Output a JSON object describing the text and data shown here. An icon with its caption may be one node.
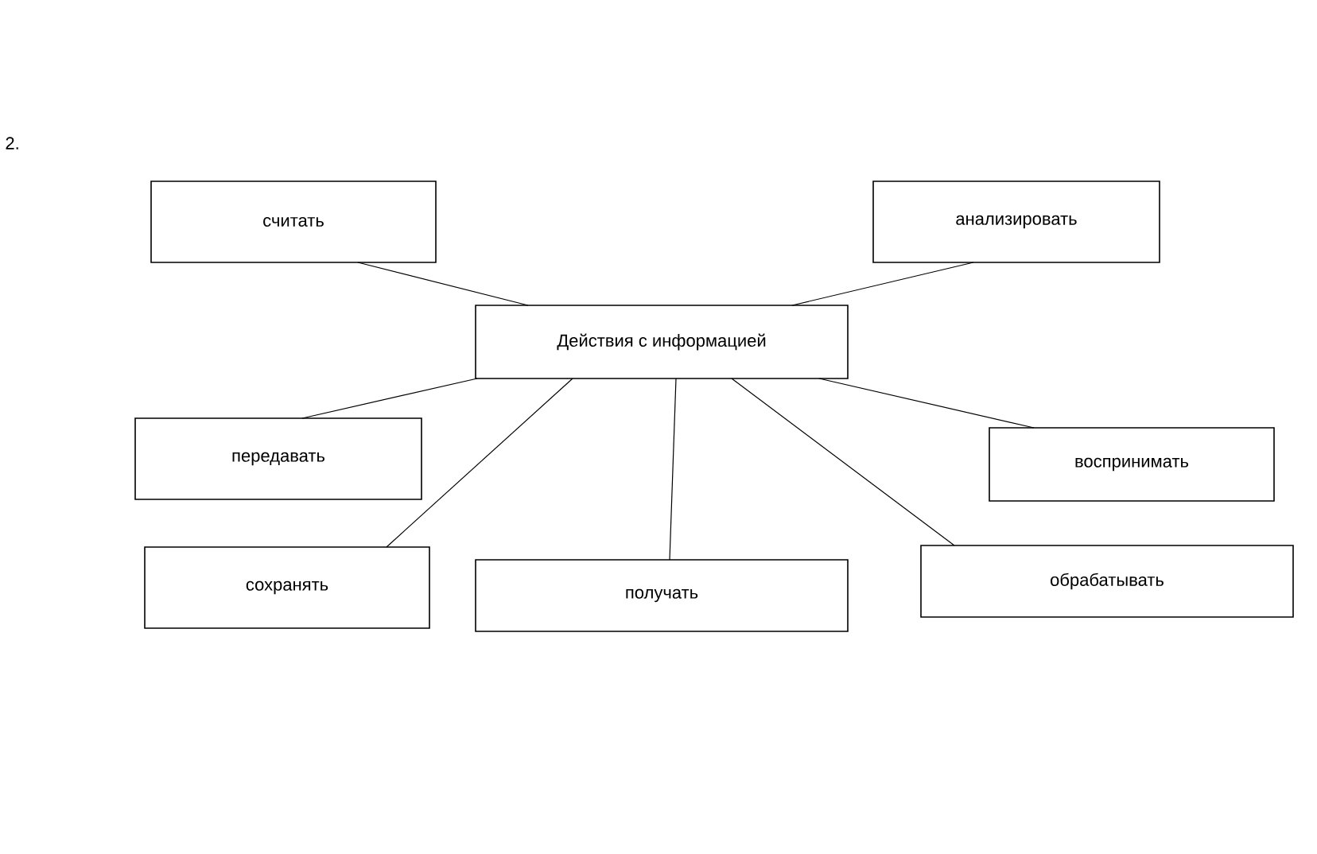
{
  "diagram": {
    "nodes": [
      {
        "text": [
          "Действия с информацией"
        ]
      },
      {
        "text": [
          "считать"
        ]
      },
      {
        "text": [
          "анализировать"
        ]
      },
      {
        "text": [
          "передавать"
        ]
      },
      {
        "text": [
          "воспринимать"
        ]
      },
      {
        "text": [
          "сохранять"
        ]
      },
      {
        "text": [
          "получать"
        ]
      },
      {
        "text": [
          "обрабатывать"
        ]
      }
    ],
    "edges": [
      {
        "from": 0,
        "to": 1,
        "arrow": "none"
      },
      {
        "from": 0,
        "to": 2,
        "arrow": "none"
      },
      {
        "from": 0,
        "to": 3,
        "arrow": "none"
      },
      {
        "from": 0,
        "to": 4,
        "arrow": "none"
      },
      {
        "from": 0,
        "to": 5,
        "arrow": "none"
      },
      {
        "from": 0,
        "to": 6,
        "arrow": "none"
      },
      {
        "from": 0,
        "to": 7,
        "arrow": "none"
      }
    ],
    "labels": [
      "2."
    ]
  }
}
